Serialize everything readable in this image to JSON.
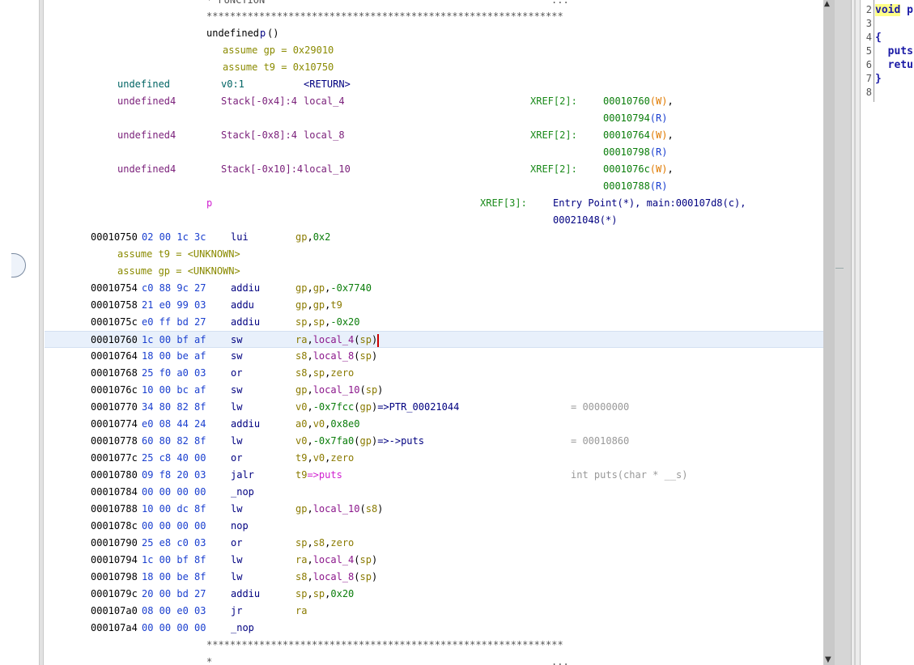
{
  "listing": {
    "header_func_label": "* FUNCTION",
    "header_ellipsis": "...",
    "stars": "*************************************************************",
    "footer_star": "*",
    "signature": {
      "ret_type": "undefined",
      "name": "p",
      "parens": "()"
    },
    "assumes": [
      "assume gp = 0x29010",
      "assume t9 = 0x10750"
    ],
    "vars": [
      {
        "type": "undefined",
        "storage": "v0:1",
        "name": "<RETURN>",
        "xref_label": "",
        "xrefs": []
      },
      {
        "type": "undefined4",
        "storage": "Stack[-0x4]:4",
        "name": "local_4",
        "xref_label": "XREF[2]:",
        "xrefs": [
          {
            "addr": "00010760",
            "flag": "(W)",
            "sep": ","
          },
          {
            "addr": "00010794",
            "flag": "(R)",
            "sep": ""
          }
        ]
      },
      {
        "type": "undefined4",
        "storage": "Stack[-0x8]:4",
        "name": "local_8",
        "xref_label": "XREF[2]:",
        "xrefs": [
          {
            "addr": "00010764",
            "flag": "(W)",
            "sep": ","
          },
          {
            "addr": "00010798",
            "flag": "(R)",
            "sep": ""
          }
        ]
      },
      {
        "type": "undefined4",
        "storage": "Stack[-0x10]:4",
        "name": "local_10",
        "xref_label": "XREF[2]:",
        "xrefs": [
          {
            "addr": "0001076c",
            "flag": "(W)",
            "sep": ","
          },
          {
            "addr": "00010788",
            "flag": "(R)",
            "sep": ""
          }
        ]
      }
    ],
    "label": {
      "name": "p",
      "xref_label": "XREF[3]:",
      "xref_line1": "Entry Point(*), main:000107d8(c),",
      "xref_line2": "00021048(*)"
    },
    "inline_assumes": [
      "assume t9 = <UNKNOWN>",
      "assume gp = <UNKNOWN>"
    ],
    "instructions": [
      {
        "addr": "00010750",
        "bytes": "02 00 1c 3c",
        "mnem": "lui",
        "ops": [
          [
            "reg",
            "gp"
          ],
          [
            "sep",
            ","
          ],
          [
            "hex",
            "0x2"
          ]
        ],
        "eol": ""
      },
      {
        "addr": "00010754",
        "bytes": "c0 88 9c 27",
        "mnem": "addiu",
        "ops": [
          [
            "reg",
            "gp"
          ],
          [
            "sep",
            ","
          ],
          [
            "reg",
            "gp"
          ],
          [
            "sep",
            ","
          ],
          [
            "hex",
            "-0x7740"
          ]
        ],
        "eol": ""
      },
      {
        "addr": "00010758",
        "bytes": "21 e0 99 03",
        "mnem": "addu",
        "ops": [
          [
            "reg",
            "gp"
          ],
          [
            "sep",
            ","
          ],
          [
            "reg",
            "gp"
          ],
          [
            "sep",
            ","
          ],
          [
            "reg",
            "t9"
          ]
        ],
        "eol": ""
      },
      {
        "addr": "0001075c",
        "bytes": "e0 ff bd 27",
        "mnem": "addiu",
        "ops": [
          [
            "reg",
            "sp"
          ],
          [
            "sep",
            ","
          ],
          [
            "reg",
            "sp"
          ],
          [
            "sep",
            ","
          ],
          [
            "hex",
            "-0x20"
          ]
        ],
        "eol": ""
      },
      {
        "addr": "00010760",
        "bytes": "1c 00 bf af",
        "mnem": "sw",
        "ops": [
          [
            "reg",
            "ra"
          ],
          [
            "sep",
            ","
          ],
          [
            "sym",
            "local_4"
          ],
          [
            "sep",
            "("
          ],
          [
            "reg",
            "sp"
          ],
          [
            "sep",
            ")"
          ]
        ],
        "eol": "",
        "current": true
      },
      {
        "addr": "00010764",
        "bytes": "18 00 be af",
        "mnem": "sw",
        "ops": [
          [
            "reg",
            "s8"
          ],
          [
            "sep",
            ","
          ],
          [
            "sym",
            "local_8"
          ],
          [
            "sep",
            "("
          ],
          [
            "reg",
            "sp"
          ],
          [
            "sep",
            ")"
          ]
        ],
        "eol": ""
      },
      {
        "addr": "00010768",
        "bytes": "25 f0 a0 03",
        "mnem": "or",
        "ops": [
          [
            "reg",
            "s8"
          ],
          [
            "sep",
            ","
          ],
          [
            "reg",
            "sp"
          ],
          [
            "sep",
            ","
          ],
          [
            "reg",
            "zero"
          ]
        ],
        "eol": ""
      },
      {
        "addr": "0001076c",
        "bytes": "10 00 bc af",
        "mnem": "sw",
        "ops": [
          [
            "reg",
            "gp"
          ],
          [
            "sep",
            ","
          ],
          [
            "sym",
            "local_10"
          ],
          [
            "sep",
            "("
          ],
          [
            "reg",
            "sp"
          ],
          [
            "sep",
            ")"
          ]
        ],
        "eol": ""
      },
      {
        "addr": "00010770",
        "bytes": "34 80 82 8f",
        "mnem": "lw",
        "ops": [
          [
            "reg",
            "v0"
          ],
          [
            "sep",
            ","
          ],
          [
            "hex",
            "-0x7fcc"
          ],
          [
            "sep",
            "("
          ],
          [
            "reg",
            "gp"
          ],
          [
            "sep",
            ")"
          ],
          [
            "ptr",
            "=>PTR_00021044"
          ]
        ],
        "eol": "= 00000000"
      },
      {
        "addr": "00010774",
        "bytes": "e0 08 44 24",
        "mnem": "addiu",
        "ops": [
          [
            "reg",
            "a0"
          ],
          [
            "sep",
            ","
          ],
          [
            "reg",
            "v0"
          ],
          [
            "sep",
            ","
          ],
          [
            "hex",
            "0x8e0"
          ]
        ],
        "eol": ""
      },
      {
        "addr": "00010778",
        "bytes": "60 80 82 8f",
        "mnem": "lw",
        "ops": [
          [
            "reg",
            "v0"
          ],
          [
            "sep",
            ","
          ],
          [
            "hex",
            "-0x7fa0"
          ],
          [
            "sep",
            "("
          ],
          [
            "reg",
            "gp"
          ],
          [
            "sep",
            ")"
          ],
          [
            "ptr",
            "=>->puts"
          ]
        ],
        "eol": "= 00010860"
      },
      {
        "addr": "0001077c",
        "bytes": "25 c8 40 00",
        "mnem": "or",
        "ops": [
          [
            "reg",
            "t9"
          ],
          [
            "sep",
            ","
          ],
          [
            "reg",
            "v0"
          ],
          [
            "sep",
            ","
          ],
          [
            "reg",
            "zero"
          ]
        ],
        "eol": ""
      },
      {
        "addr": "00010780",
        "bytes": "09 f8 20 03",
        "mnem": "jalr",
        "ops": [
          [
            "reg",
            "t9"
          ],
          [
            "fname",
            "=>puts"
          ]
        ],
        "eol": "int puts(char * __s)"
      },
      {
        "addr": "00010784",
        "bytes": "00 00 00 00",
        "mnem": "_nop",
        "ops": [],
        "eol": ""
      },
      {
        "addr": "00010788",
        "bytes": "10 00 dc 8f",
        "mnem": "lw",
        "ops": [
          [
            "reg",
            "gp"
          ],
          [
            "sep",
            ","
          ],
          [
            "sym",
            "local_10"
          ],
          [
            "sep",
            "("
          ],
          [
            "reg",
            "s8"
          ],
          [
            "sep",
            ")"
          ]
        ],
        "eol": ""
      },
      {
        "addr": "0001078c",
        "bytes": "00 00 00 00",
        "mnem": "nop",
        "ops": [],
        "eol": ""
      },
      {
        "addr": "00010790",
        "bytes": "25 e8 c0 03",
        "mnem": "or",
        "ops": [
          [
            "reg",
            "sp"
          ],
          [
            "sep",
            ","
          ],
          [
            "reg",
            "s8"
          ],
          [
            "sep",
            ","
          ],
          [
            "reg",
            "zero"
          ]
        ],
        "eol": ""
      },
      {
        "addr": "00010794",
        "bytes": "1c 00 bf 8f",
        "mnem": "lw",
        "ops": [
          [
            "reg",
            "ra"
          ],
          [
            "sep",
            ","
          ],
          [
            "sym",
            "local_4"
          ],
          [
            "sep",
            "("
          ],
          [
            "reg",
            "sp"
          ],
          [
            "sep",
            ")"
          ]
        ],
        "eol": ""
      },
      {
        "addr": "00010798",
        "bytes": "18 00 be 8f",
        "mnem": "lw",
        "ops": [
          [
            "reg",
            "s8"
          ],
          [
            "sep",
            ","
          ],
          [
            "sym",
            "local_8"
          ],
          [
            "sep",
            "("
          ],
          [
            "reg",
            "sp"
          ],
          [
            "sep",
            ")"
          ]
        ],
        "eol": ""
      },
      {
        "addr": "0001079c",
        "bytes": "20 00 bd 27",
        "mnem": "addiu",
        "ops": [
          [
            "reg",
            "sp"
          ],
          [
            "sep",
            ","
          ],
          [
            "reg",
            "sp"
          ],
          [
            "sep",
            ","
          ],
          [
            "hex",
            "0x20"
          ]
        ],
        "eol": ""
      },
      {
        "addr": "000107a0",
        "bytes": "08 00 e0 03",
        "mnem": "jr",
        "ops": [
          [
            "reg",
            "ra"
          ]
        ],
        "eol": ""
      },
      {
        "addr": "000107a4",
        "bytes": "00 00 00 00",
        "mnem": "_nop",
        "ops": [],
        "eol": ""
      }
    ]
  },
  "decompiler": {
    "line_numbers": [
      "2",
      "3",
      "4",
      "5",
      "6",
      "7",
      "8"
    ],
    "lines": [
      {
        "kw": "void",
        "rest": " p"
      },
      {
        "kw": "",
        "rest": ""
      },
      {
        "kw": "",
        "rest": "{"
      },
      {
        "kw": "",
        "rest": "  puts"
      },
      {
        "kw": "",
        "rest": "  retu"
      },
      {
        "kw": "",
        "rest": "}"
      },
      {
        "kw": "",
        "rest": ""
      }
    ]
  },
  "scrollbar": {
    "up_icon": "▲",
    "down_icon": "▼"
  },
  "colors": {
    "current_line": "#e8f0fb",
    "cursor": "#cc0000",
    "bytes": "#1a3fcf",
    "register": "#8a7a00"
  }
}
